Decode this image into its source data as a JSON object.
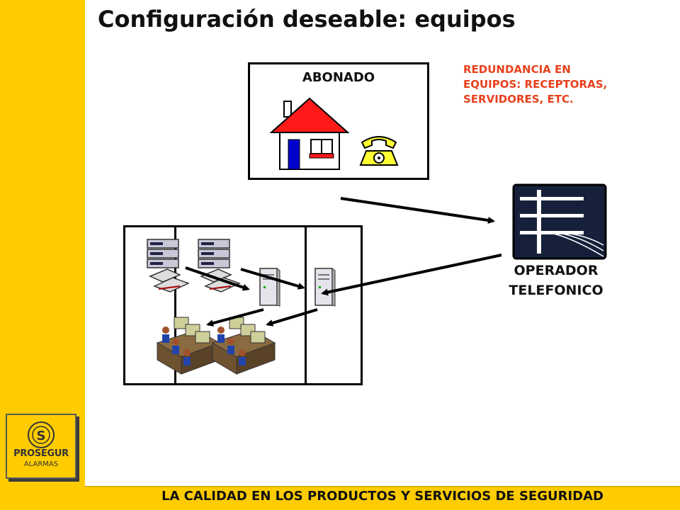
{
  "slide": {
    "title": "Configuración deseable: equipos",
    "footer": "LA CALIDAD EN LOS PRODUCTOS Y SERVICIOS DE SEGURIDAD"
  },
  "logo": {
    "brand": "PROSEGUR",
    "sub": "ALARMAS"
  },
  "abonado": {
    "label": "ABONADO",
    "icons": [
      "house-icon",
      "telephone-icon"
    ]
  },
  "annotation": {
    "lines": [
      "REDUNDANCIA EN",
      "EQUIPOS: RECEPTORAS,",
      "SERVIDORES, ETC."
    ]
  },
  "operador": {
    "lines": [
      "OPERADOR",
      "TELEFONICO"
    ],
    "icon": "telephone-pole-icon"
  },
  "center": {
    "icons": [
      "receiver-stack-icon",
      "receiver-stack-icon",
      "server-tower-icon",
      "server-tower-icon",
      "operator-workstations-icon",
      "operator-workstations-icon"
    ]
  },
  "colors": {
    "sidebar": "#FFCC00",
    "accent_text": "#e8401c",
    "house_roof": "#ff1a1a",
    "phone": "#ffff33"
  }
}
